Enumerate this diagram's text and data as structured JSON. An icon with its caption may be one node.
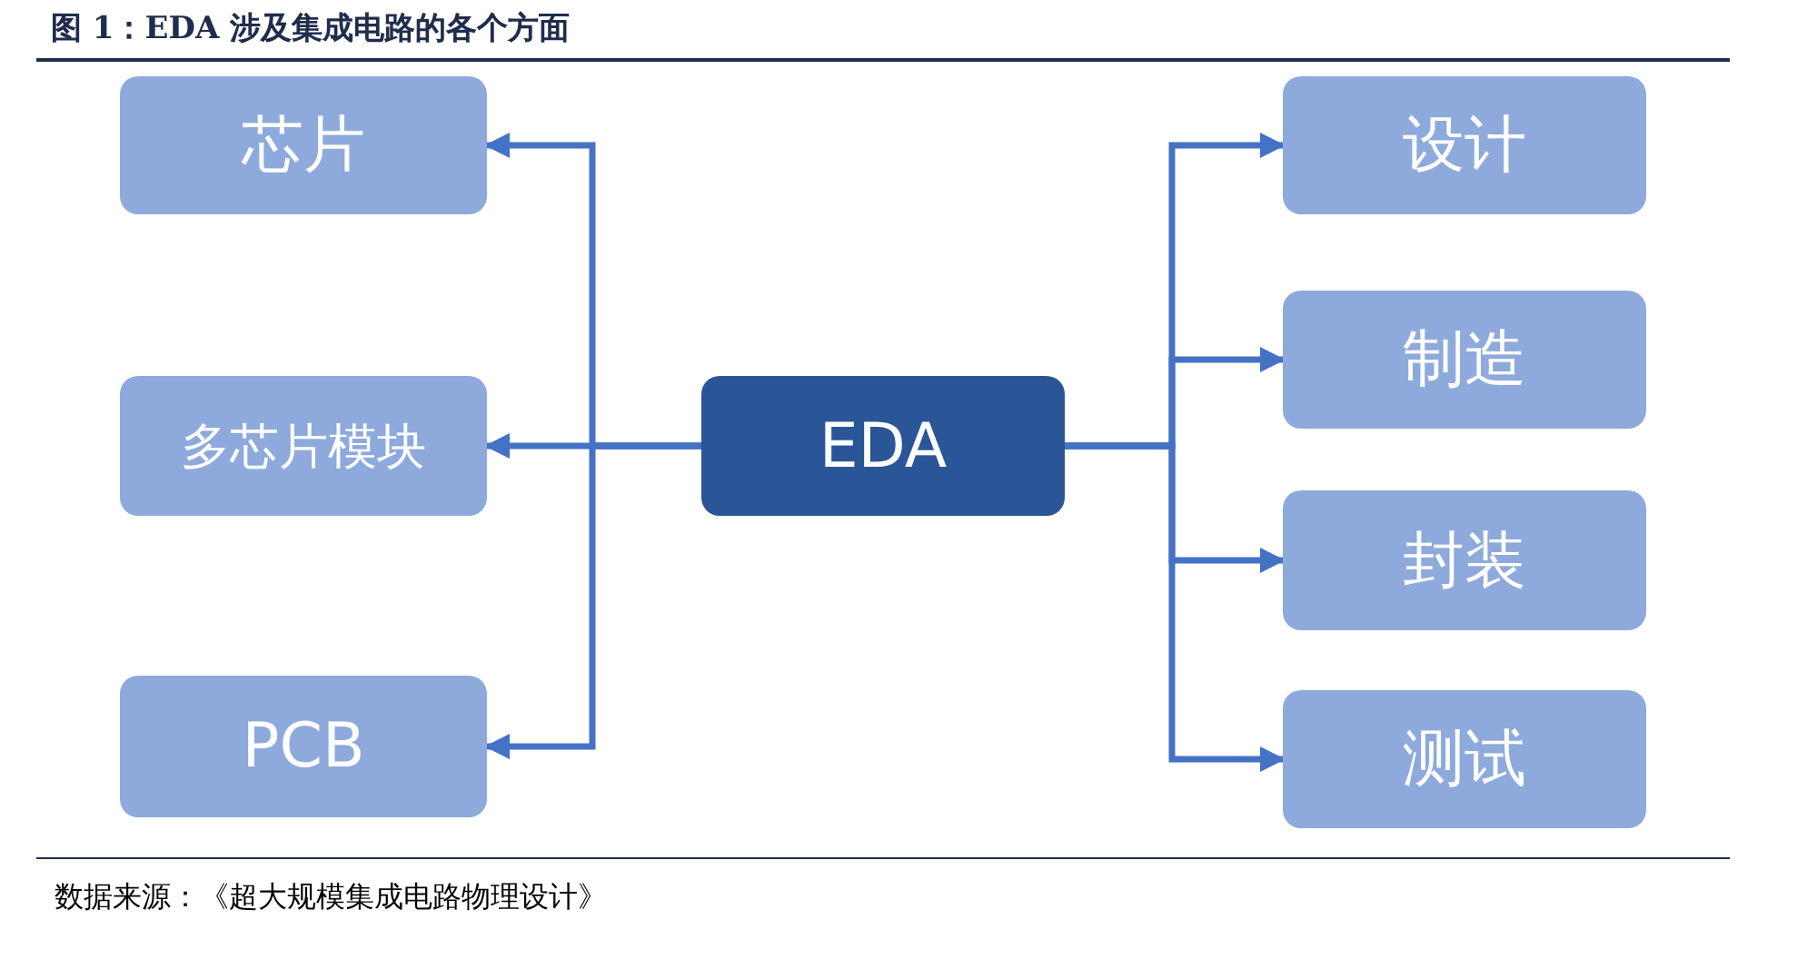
{
  "diagram": {
    "title": "图 1：EDA 涉及集成电路的各个方面",
    "caption": "数据来源：《超大规模集成电路物理设计》",
    "nodes": [
      {
        "text": [
          "芯片"
        ]
      },
      {
        "text": [
          "多芯片模块"
        ]
      },
      {
        "text": [
          "PCB"
        ]
      },
      {
        "text": [
          "EDA"
        ]
      },
      {
        "text": [
          "设计"
        ]
      },
      {
        "text": [
          "制造"
        ]
      },
      {
        "text": [
          "封装"
        ]
      },
      {
        "text": [
          "测试"
        ]
      }
    ],
    "edges": [
      {
        "from": 3,
        "to": 0,
        "arrow": "to"
      },
      {
        "from": 3,
        "to": 1,
        "arrow": "to"
      },
      {
        "from": 3,
        "to": 2,
        "arrow": "to"
      },
      {
        "from": 3,
        "to": 4,
        "arrow": "to"
      },
      {
        "from": 3,
        "to": 5,
        "arrow": "to"
      },
      {
        "from": 3,
        "to": 6,
        "arrow": "to"
      },
      {
        "from": 3,
        "to": 7,
        "arrow": "to"
      }
    ]
  }
}
